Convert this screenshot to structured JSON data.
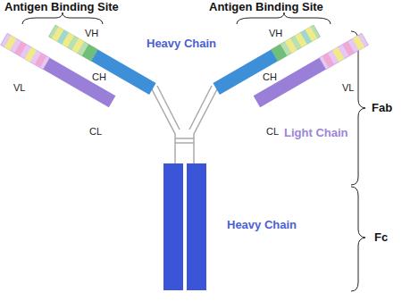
{
  "diagram": {
    "labels": [
      "Antigen Binding Site",
      "Antigen Binding Site",
      "VH",
      "Heavy Chain",
      "VH",
      "CH",
      "CH",
      "VL",
      "VL",
      "Fab",
      "Light Chain",
      "CL",
      "CL",
      "Heavy Chain",
      "Fc"
    ]
  }
}
